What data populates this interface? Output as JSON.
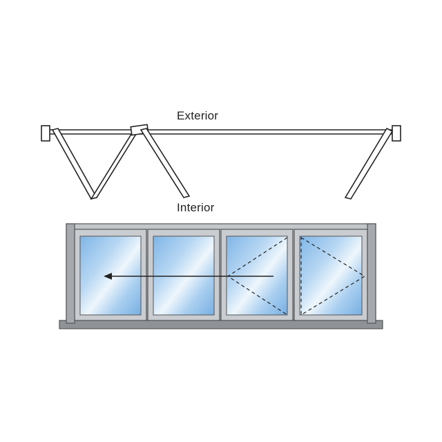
{
  "labels": {
    "exterior": "Exterior",
    "interior": "Interior"
  },
  "colors": {
    "frame": "#b3b7bc",
    "frame_dark": "#7d8187",
    "glass_blue": "#8fc0ea",
    "glass_light": "#e9f3fb",
    "stroke": "#222222"
  },
  "panels": {
    "count": 4,
    "operable_panels": [
      3,
      4
    ]
  }
}
